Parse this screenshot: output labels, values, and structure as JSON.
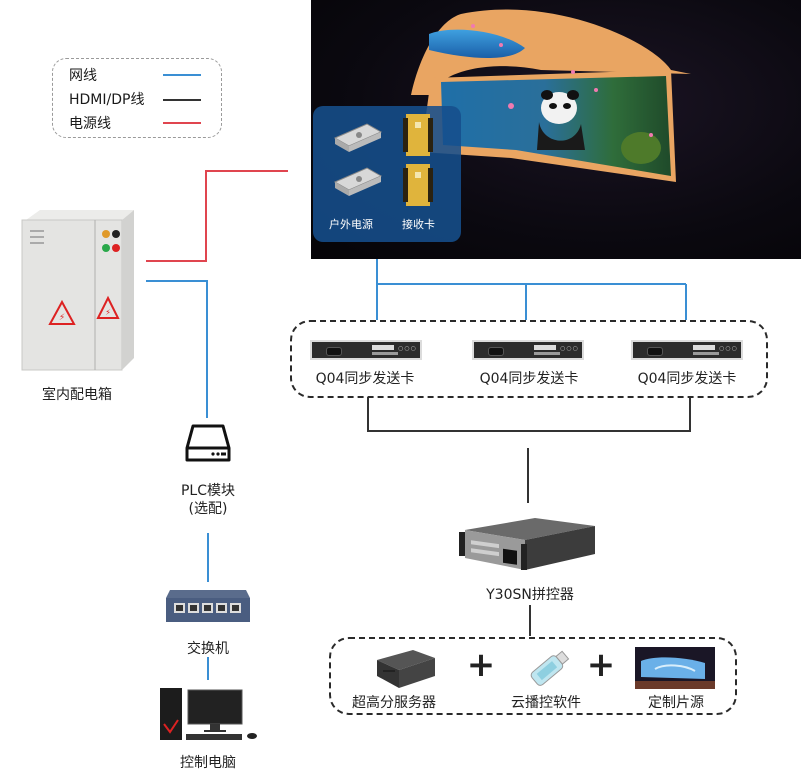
{
  "legend": {
    "items": [
      {
        "label": "网线",
        "color": "#3a8fd4"
      },
      {
        "label": "HDMI/DP线",
        "color": "#333333"
      },
      {
        "label": "电源线",
        "color": "#e0454f"
      }
    ]
  },
  "led_screen": {
    "overlay": {
      "power_label": "户外电源",
      "receiver_label": "接收卡"
    }
  },
  "nodes": {
    "distribution_box": "室内配电箱",
    "plc_module": "PLC模块",
    "plc_module_note": "(选配)",
    "switch": "交换机",
    "control_pc": "控制电脑",
    "sender_cards": [
      "Q04同步发送卡",
      "Q04同步发送卡",
      "Q04同步发送卡"
    ],
    "controller": "Y30SN拼控器",
    "server": "超高分服务器",
    "software": "云播控软件",
    "content": "定制片源",
    "plus": "+"
  },
  "colors": {
    "network": "#3a8fd4",
    "hdmi": "#333333",
    "power": "#e0454f"
  }
}
